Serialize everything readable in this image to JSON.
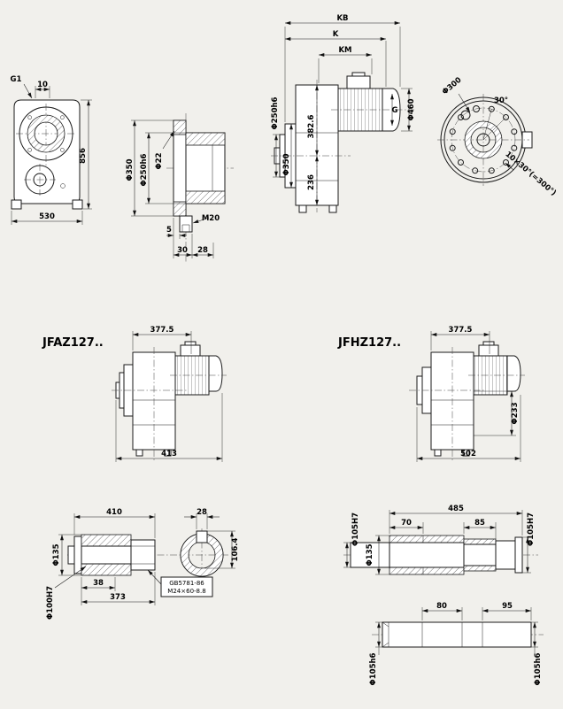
{
  "sheet": {
    "background": "#f1f0ec",
    "line_color": "#1a1a1a"
  },
  "front_view": {
    "dim_g1": "G1",
    "dim_10": "10",
    "dim_856": "856",
    "dim_530": "530"
  },
  "flange_section_view": {
    "dim_d350": "Φ350",
    "dim_d250h6": "Φ250h6",
    "dim_d22": "Φ22",
    "dim_5": "5",
    "dim_30": "30",
    "dim_28": "28",
    "dim_m20": "M20"
  },
  "side_view": {
    "dim_kb": "KB",
    "dim_k": "K",
    "dim_km": "KM",
    "dim_d250h6": "Φ250h6",
    "dim_382_6": "382.6",
    "dim_d350": "Φ350",
    "dim_236": "236",
    "dim_g": "G",
    "dim_d460": "Φ460"
  },
  "flange_face_view": {
    "dim_d300": "Φ300",
    "dim_30deg": "30°",
    "dim_hole_pattern": "10×30°(=300°)"
  },
  "jfaz_view": {
    "title": "JFAZ127..",
    "dim_377_5": "377.5",
    "dim_413": "413"
  },
  "jfhz_view": {
    "title": "JFHZ127..",
    "dim_377_5": "377.5",
    "dim_502": "502",
    "dim_d233": "Φ233"
  },
  "solid_shaft_view": {
    "dim_410": "410",
    "dim_28": "28",
    "dim_d135": "Φ135",
    "dim_38": "38",
    "dim_373": "373",
    "dim_d100h7": "Φ100H7",
    "callout_line1": "GB5781-86",
    "callout_line2": "M24×60-8.8",
    "dim_106_4": "106.4"
  },
  "hollow_shaft_view": {
    "dim_485": "485",
    "dim_70": "70",
    "dim_85": "85",
    "dim_d105h7_left": "Φ105H7",
    "dim_d105h7_right": "Φ105H7",
    "dim_d135": "Φ135",
    "dim_80": "80",
    "dim_95": "95",
    "dim_d105h6_left": "Φ105h6",
    "dim_d105h6_right": "Φ105h6"
  }
}
